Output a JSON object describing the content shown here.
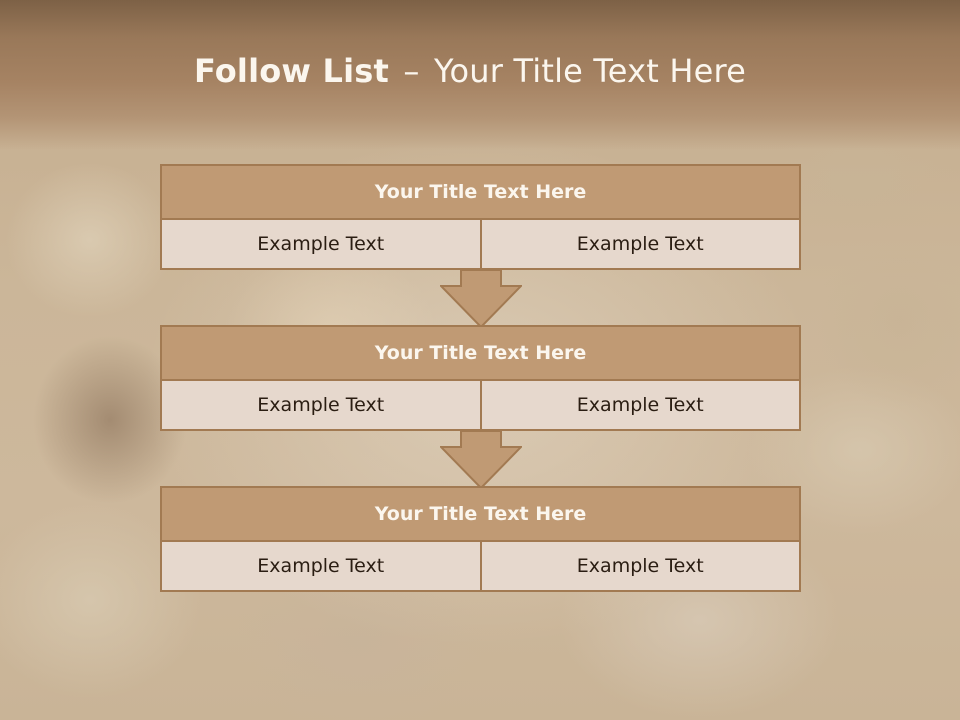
{
  "slide": {
    "title_bold": "Follow List",
    "title_sep": "–",
    "title_rest": "Your Title Text Here"
  },
  "blocks": [
    {
      "title": "Your Title Text Here",
      "cells": [
        "Example Text",
        "Example Text"
      ]
    },
    {
      "title": "Your Title Text Here",
      "cells": [
        "Example Text",
        "Example Text"
      ]
    },
    {
      "title": "Your Title Text Here",
      "cells": [
        "Example Text",
        "Example Text"
      ]
    }
  ],
  "colors": {
    "header": "#a68363",
    "title_fill": "#c09a74",
    "cell_fill": "#e6d8cd",
    "border": "#a27a52",
    "arrow_fill": "#c09a74"
  },
  "icons": [
    "down-arrow-icon"
  ]
}
